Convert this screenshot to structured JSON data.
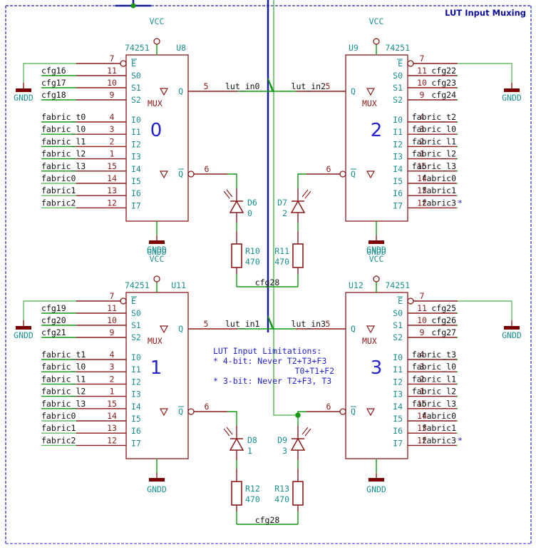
{
  "sheet": {
    "title": "LUT Input Muxing",
    "colors": {
      "border": "#2222aa",
      "wire": "#119911",
      "wire_light": "#66bb66",
      "pin": "#8b1a1a",
      "body": "#8b1a1a",
      "bus": "#1a1aa0",
      "junction": "#119911",
      "text_ref": "#1a8f8f",
      "note": "#2222cc"
    }
  },
  "power": {
    "vcc": "VCC",
    "gnd": "GNDD"
  },
  "muxes": [
    {
      "ref": "U8",
      "part": "74251",
      "unit": "0",
      "side": "left",
      "e_pin": "7",
      "e_name": "E",
      "select": [
        {
          "pin": "11",
          "name": "S0",
          "net": "cfg16"
        },
        {
          "pin": "10",
          "name": "S1",
          "net": "cfg17"
        },
        {
          "pin": "9",
          "name": "S2",
          "net": "cfg18"
        }
      ],
      "inputs": [
        {
          "pin": "4",
          "name": "I0",
          "net": "fabric_t0"
        },
        {
          "pin": "3",
          "name": "I1",
          "net": "fabric_l0"
        },
        {
          "pin": "2",
          "name": "I2",
          "net": "fabric_l1"
        },
        {
          "pin": "1",
          "name": "I3",
          "net": "fabric_l2"
        },
        {
          "pin": "15",
          "name": "I4",
          "net": "fabric_l3"
        },
        {
          "pin": "14",
          "name": "I5",
          "net": "fabric0"
        },
        {
          "pin": "13",
          "name": "I6",
          "net": "fabric1"
        },
        {
          "pin": "12",
          "name": "I7",
          "net": "fabric2",
          "star": false
        }
      ],
      "q": {
        "pin": "5",
        "name": "Q",
        "net": "lut_in0"
      },
      "qn": {
        "pin": "6",
        "name": "Q"
      },
      "mux_label": "MUX"
    },
    {
      "ref": "U9",
      "part": "74251",
      "unit": "2",
      "side": "right",
      "e_pin": "7",
      "e_name": "E",
      "select": [
        {
          "pin": "11",
          "name": "S0",
          "net": "cfg22"
        },
        {
          "pin": "10",
          "name": "S1",
          "net": "cfg23"
        },
        {
          "pin": "9",
          "name": "S2",
          "net": "cfg24"
        }
      ],
      "inputs": [
        {
          "pin": "4",
          "name": "I0",
          "net": "fabric_t2"
        },
        {
          "pin": "3",
          "name": "I1",
          "net": "fabric_l0"
        },
        {
          "pin": "2",
          "name": "I2",
          "net": "fabric_l1"
        },
        {
          "pin": "1",
          "name": "I3",
          "net": "fabric_l2"
        },
        {
          "pin": "15",
          "name": "I4",
          "net": "fabric_l3"
        },
        {
          "pin": "14",
          "name": "I5",
          "net": "fabric0"
        },
        {
          "pin": "13",
          "name": "I6",
          "net": "fabric1"
        },
        {
          "pin": "12",
          "name": "I7",
          "net": "fabric3",
          "star": true
        }
      ],
      "q": {
        "pin": "5",
        "name": "Q",
        "net": "lut_in2"
      },
      "qn": {
        "pin": "6",
        "name": "Q"
      },
      "mux_label": "MUX"
    },
    {
      "ref": "U11",
      "part": "74251",
      "unit": "1",
      "side": "left",
      "e_pin": "7",
      "e_name": "E",
      "select": [
        {
          "pin": "11",
          "name": "S0",
          "net": "cfg19"
        },
        {
          "pin": "10",
          "name": "S1",
          "net": "cfg20"
        },
        {
          "pin": "9",
          "name": "S2",
          "net": "cfg21"
        }
      ],
      "inputs": [
        {
          "pin": "4",
          "name": "I0",
          "net": "fabric_t1"
        },
        {
          "pin": "3",
          "name": "I1",
          "net": "fabric_l0"
        },
        {
          "pin": "2",
          "name": "I2",
          "net": "fabric_l1"
        },
        {
          "pin": "1",
          "name": "I3",
          "net": "fabric_l2"
        },
        {
          "pin": "15",
          "name": "I4",
          "net": "fabric_l3"
        },
        {
          "pin": "14",
          "name": "I5",
          "net": "fabric0"
        },
        {
          "pin": "13",
          "name": "I6",
          "net": "fabric1"
        },
        {
          "pin": "12",
          "name": "I7",
          "net": "fabric2",
          "star": false
        }
      ],
      "q": {
        "pin": "5",
        "name": "Q",
        "net": "lut_in1"
      },
      "qn": {
        "pin": "6",
        "name": "Q"
      },
      "mux_label": "MUX"
    },
    {
      "ref": "U12",
      "part": "74251",
      "unit": "3",
      "side": "right",
      "e_pin": "7",
      "e_name": "E",
      "select": [
        {
          "pin": "11",
          "name": "S0",
          "net": "cfg25"
        },
        {
          "pin": "10",
          "name": "S1",
          "net": "cfg26"
        },
        {
          "pin": "9",
          "name": "S2",
          "net": "cfg27"
        }
      ],
      "inputs": [
        {
          "pin": "4",
          "name": "I0",
          "net": "fabric_t3"
        },
        {
          "pin": "3",
          "name": "I1",
          "net": "fabric_l0"
        },
        {
          "pin": "2",
          "name": "I2",
          "net": "fabric_l1"
        },
        {
          "pin": "1",
          "name": "I3",
          "net": "fabric_l2"
        },
        {
          "pin": "15",
          "name": "I4",
          "net": "fabric_l3"
        },
        {
          "pin": "14",
          "name": "I5",
          "net": "fabric0"
        },
        {
          "pin": "13",
          "name": "I6",
          "net": "fabric1"
        },
        {
          "pin": "12",
          "name": "I7",
          "net": "fabric3",
          "star": true
        }
      ],
      "q": {
        "pin": "5",
        "name": "Q",
        "net": "lut_in3"
      },
      "qn": {
        "pin": "6",
        "name": "Q"
      },
      "mux_label": "MUX"
    }
  ],
  "leds": [
    {
      "ref": "D6",
      "value": "0"
    },
    {
      "ref": "D7",
      "value": "2"
    },
    {
      "ref": "D8",
      "value": "1"
    },
    {
      "ref": "D9",
      "value": "3"
    }
  ],
  "resistors": [
    {
      "ref": "R10",
      "value": "470"
    },
    {
      "ref": "R11",
      "value": "470"
    },
    {
      "ref": "R12",
      "value": "470"
    },
    {
      "ref": "R13",
      "value": "470"
    }
  ],
  "led_nets": [
    "cfg28",
    "cfg28"
  ],
  "note": {
    "lines": [
      "LUT Input Limitations:",
      "* 4-bit: Never T2+T3+F3",
      "T0+T1+F2",
      "* 3-bit: Never T2+F3, T3"
    ]
  }
}
